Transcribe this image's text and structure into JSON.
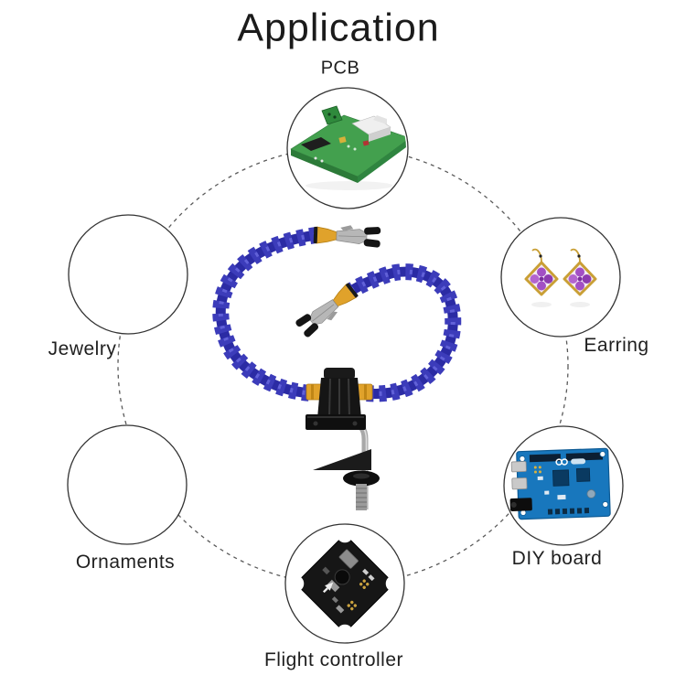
{
  "title": "Application",
  "colors": {
    "background": "#ffffff",
    "text": "#1f1f1f",
    "circle_stroke": "#333333",
    "dashed_ring": "#5a5a5a",
    "arm_blue": "#3c3cba",
    "arm_blue_dark": "#2b2ba4",
    "connector_yellow": "#e0a22b",
    "clamp_black": "#161616",
    "metal_gray": "#a8a8a8",
    "pcb_green": "#43a04e",
    "diy_board_blue": "#1877bd",
    "earring_purple": "#a24fc4",
    "earring_gold": "#c99f35",
    "emerald_green": "#17703a",
    "ring_silver": "#c9c9c9"
  },
  "diagram": {
    "center_icon": "helping-hands-flexible-arm-clamp-tool",
    "nodes": [
      {
        "label": "PCB",
        "icon": "green-circuit-board"
      },
      {
        "label": "Earring",
        "icon": "purple-gem-earrings"
      },
      {
        "label": "DIY board",
        "icon": "blue-microcontroller-board"
      },
      {
        "label": "Flight controller",
        "icon": "black-flight-controller-board"
      },
      {
        "label": "Ornaments",
        "icon": "emerald-pendant-necklace"
      },
      {
        "label": "Jewelry",
        "icon": "diamond-rings"
      }
    ]
  }
}
